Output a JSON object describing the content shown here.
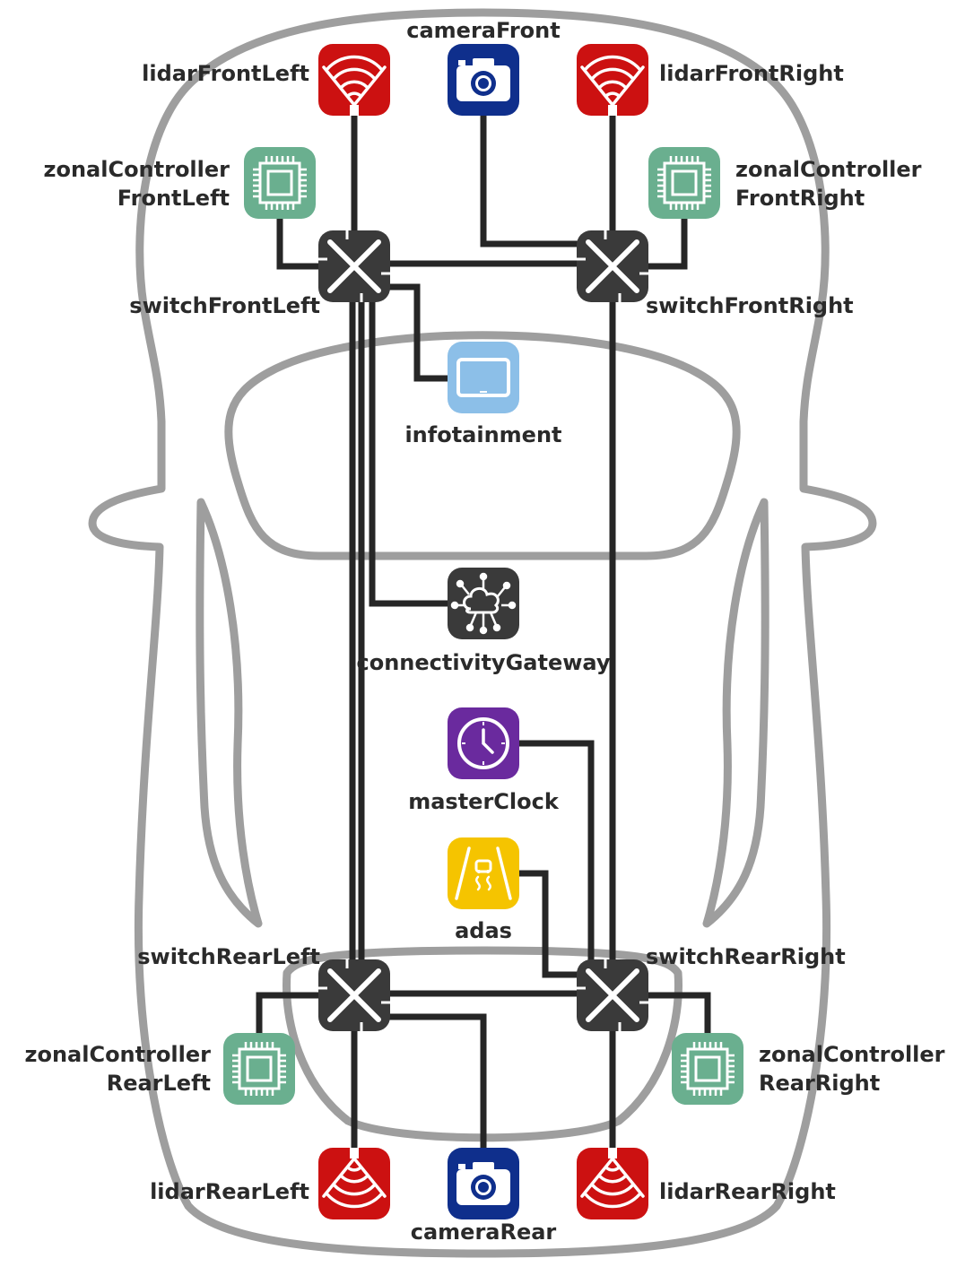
{
  "colors": {
    "car_outline": "#9e9e9e",
    "wire": "#262626",
    "switch": "#3a3a3a",
    "lidar": "#cc1111",
    "camera": "#0f2f8c",
    "zonal_controller": "#6aaf8f",
    "infotainment": "#8cbfe8",
    "gateway": "#3a3a3a",
    "clock": "#6a2a9e",
    "adas": "#f5c400"
  },
  "nodes": {
    "lidarFrontLeft": {
      "label": [
        "lidarFrontLeft"
      ],
      "kind": "lidar",
      "icon": "wifi-sensor-icon"
    },
    "cameraFront": {
      "label": [
        "cameraFront"
      ],
      "kind": "camera",
      "icon": "camera-icon"
    },
    "lidarFrontRight": {
      "label": [
        "lidarFrontRight"
      ],
      "kind": "lidar",
      "icon": "wifi-sensor-icon"
    },
    "zcFrontLeft": {
      "label": [
        "zonalController",
        "FrontLeft"
      ],
      "kind": "zonal",
      "icon": "chip-icon"
    },
    "zcFrontRight": {
      "label": [
        "zonalController",
        "FrontRight"
      ],
      "kind": "zonal",
      "icon": "chip-icon"
    },
    "switchFrontLeft": {
      "label": [
        "switchFrontLeft"
      ],
      "kind": "switch",
      "icon": "switch-cross-icon"
    },
    "switchFrontRight": {
      "label": [
        "switchFrontRight"
      ],
      "kind": "switch",
      "icon": "switch-cross-icon"
    },
    "infotainment": {
      "label": [
        "infotainment"
      ],
      "kind": "infotainment",
      "icon": "tablet-icon"
    },
    "connectivityGateway": {
      "label": [
        "connectivityGateway"
      ],
      "kind": "gateway",
      "icon": "cloud-network-icon"
    },
    "masterClock": {
      "label": [
        "masterClock"
      ],
      "kind": "clock",
      "icon": "clock-icon"
    },
    "adas": {
      "label": [
        "adas"
      ],
      "kind": "adas",
      "icon": "road-lane-icon"
    },
    "switchRearLeft": {
      "label": [
        "switchRearLeft"
      ],
      "kind": "switch",
      "icon": "switch-cross-icon"
    },
    "switchRearRight": {
      "label": [
        "switchRearRight"
      ],
      "kind": "switch",
      "icon": "switch-cross-icon"
    },
    "zcRearLeft": {
      "label": [
        "zonalController",
        "RearLeft"
      ],
      "kind": "zonal",
      "icon": "chip-icon"
    },
    "zcRearRight": {
      "label": [
        "zonalController",
        "RearRight"
      ],
      "kind": "zonal",
      "icon": "chip-icon"
    },
    "lidarRearLeft": {
      "label": [
        "lidarRearLeft"
      ],
      "kind": "lidar",
      "icon": "radar-sensor-icon"
    },
    "cameraRear": {
      "label": [
        "cameraRear"
      ],
      "kind": "camera",
      "icon": "camera-icon"
    },
    "lidarRearRight": {
      "label": [
        "lidarRearRight"
      ],
      "kind": "lidar",
      "icon": "radar-sensor-icon"
    }
  },
  "connections": [
    [
      "lidarFrontLeft",
      "switchFrontLeft"
    ],
    [
      "cameraFront",
      "switchFrontRight"
    ],
    [
      "lidarFrontRight",
      "switchFrontRight"
    ],
    [
      "zcFrontLeft",
      "switchFrontLeft"
    ],
    [
      "zcFrontRight",
      "switchFrontRight"
    ],
    [
      "switchFrontLeft",
      "switchFrontRight"
    ],
    [
      "switchFrontLeft",
      "infotainment"
    ],
    [
      "switchFrontLeft",
      "connectivityGateway"
    ],
    [
      "switchFrontLeft",
      "switchRearLeft"
    ],
    [
      "switchFrontRight",
      "switchRearRight"
    ],
    [
      "masterClock",
      "switchRearRight"
    ],
    [
      "adas",
      "switchRearRight"
    ],
    [
      "switchRearLeft",
      "switchRearRight"
    ],
    [
      "switchRearLeft",
      "zcRearLeft"
    ],
    [
      "switchRearRight",
      "zcRearRight"
    ],
    [
      "switchRearLeft",
      "lidarRearLeft"
    ],
    [
      "switchRearLeft",
      "cameraRear"
    ],
    [
      "switchRearRight",
      "lidarRearRight"
    ]
  ]
}
